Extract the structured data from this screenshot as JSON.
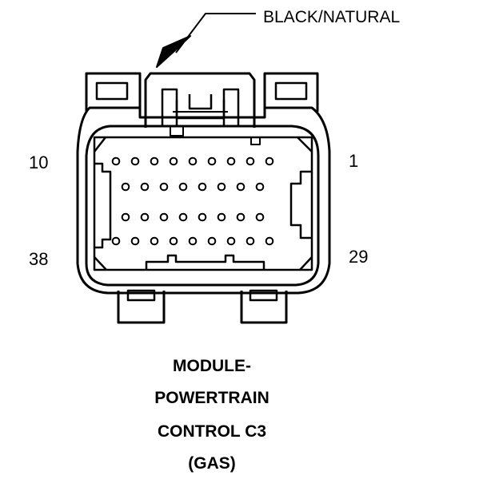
{
  "connector": {
    "color_callout": "BLACK/NATURAL",
    "pin_labels": {
      "top_left": "10",
      "top_right": "1",
      "bottom_left": "38",
      "bottom_right": "29"
    },
    "pin_rows": [
      9,
      8,
      8,
      9
    ]
  },
  "caption": {
    "line1": "MODULE-",
    "line2": "POWERTRAIN",
    "line3": "CONTROL C3",
    "line4": "(GAS)"
  },
  "colors": {
    "stroke": "#000000",
    "background": "#ffffff"
  }
}
